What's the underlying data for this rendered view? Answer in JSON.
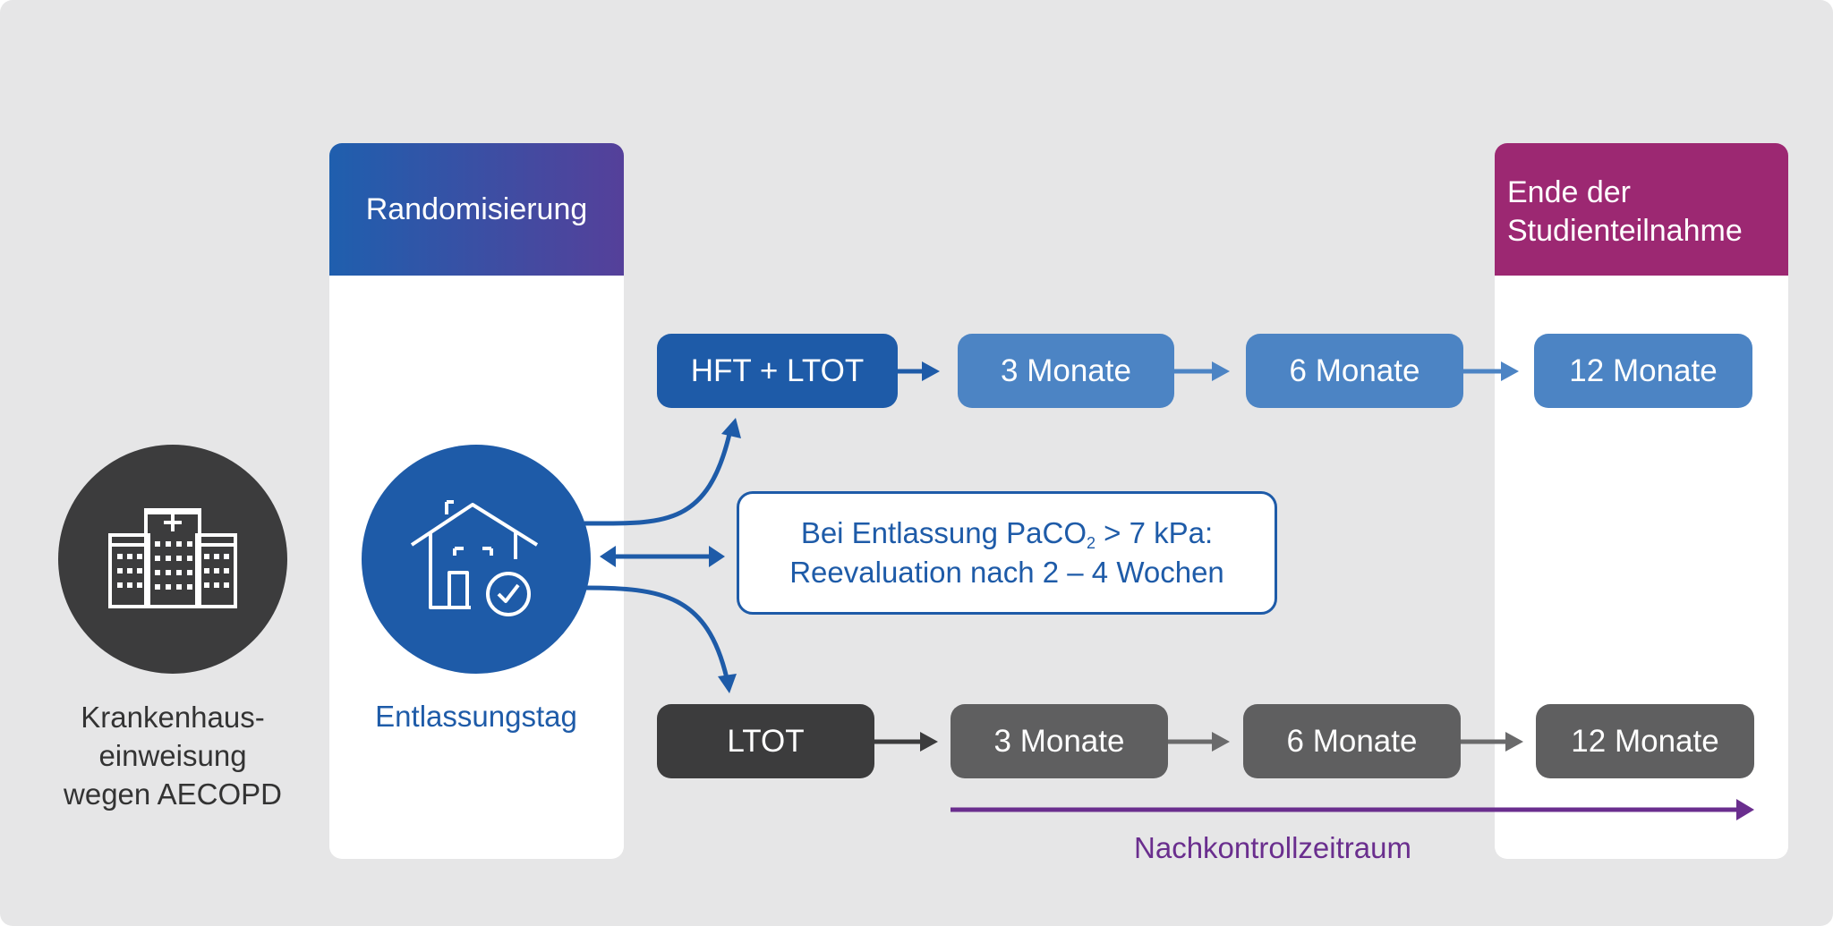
{
  "columns": {
    "randomization": {
      "title": "Randomisierung",
      "bottom_label": "Entlassungstag"
    },
    "end": {
      "title_line1": "Ende der",
      "title_line2": "Studienteilnahme"
    }
  },
  "hospital": {
    "label_line1": "Krankenhaus-",
    "label_line2": "einweisung",
    "label_line3": "wegen AECOPD",
    "icon": "hospital-icon"
  },
  "discharge": {
    "icon": "house-check-icon"
  },
  "arms": {
    "hft": {
      "label": "HFT + LTOT",
      "steps": [
        "3 Monate",
        "6 Monate",
        "12 Monate"
      ]
    },
    "ltot": {
      "label": "LTOT",
      "steps": [
        "3 Monate",
        "6 Monate",
        "12 Monate"
      ]
    }
  },
  "info": {
    "line1_prefix": "Bei Entlassung PaCO",
    "line1_sub": "2",
    "line1_suffix": " > 7 kPa:",
    "line2": "Reevaluation nach 2 – 4 Wochen"
  },
  "followup": {
    "label": "Nachkontrollzeitraum"
  },
  "colors": {
    "background": "#e6e6e7",
    "blue": "#1e5ba8",
    "light_blue": "#4c84c4",
    "dark_gray": "#3c3c3d",
    "mid_gray": "#5f5f60",
    "magenta": "#9c2872",
    "purple": "#6a2e8e"
  }
}
